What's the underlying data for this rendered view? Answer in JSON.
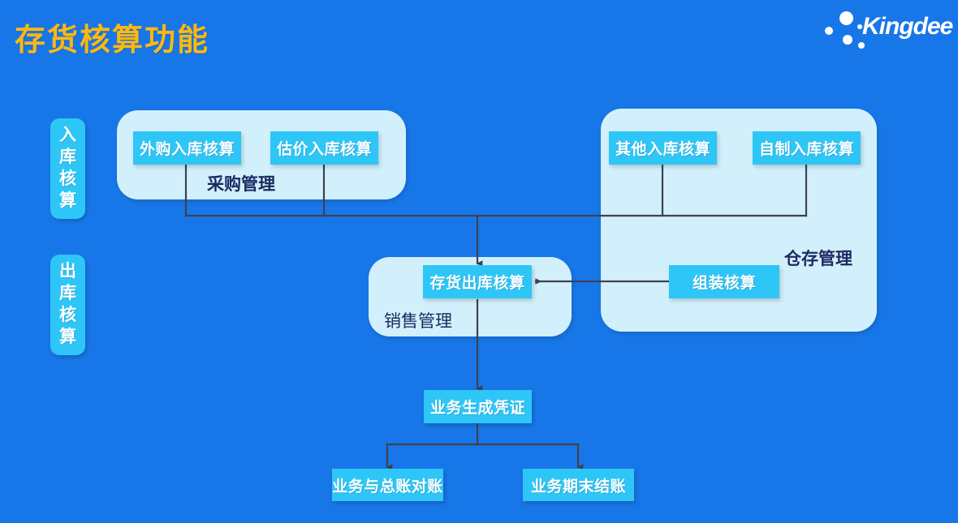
{
  "header": {
    "title": "存货核算功能",
    "title_color": "#fcb813",
    "logo_text": "Kingdee"
  },
  "theme": {
    "background": "#1877e8",
    "node_fill": "#2ec6f7",
    "group_fill": "#d2f0fb",
    "node_text": "#ffffff",
    "group_label_text": "#1d2a62",
    "connector": "#3d4250"
  },
  "sidebar": {
    "tabs": [
      {
        "name": "inbound-accounting",
        "chars": [
          "入",
          "库",
          "核",
          "算"
        ]
      },
      {
        "name": "outbound-accounting",
        "chars": [
          "出",
          "库",
          "核",
          "算"
        ]
      }
    ]
  },
  "groups": [
    {
      "name": "purchase-management",
      "label": "采购管理"
    },
    {
      "name": "warehouse-management",
      "label": "仓存管理"
    },
    {
      "name": "sales-management",
      "label": "销售管理"
    }
  ],
  "nodes": {
    "purchased_inbound": "外购入库核算",
    "estimated_inbound": "估价入库核算",
    "other_inbound": "其他入库核算",
    "self_made_inbound": "自制入库核算",
    "assembly_accounting": "组装核算",
    "inventory_outbound": "存货出库核算",
    "generate_voucher": "业务生成凭证",
    "gl_reconciliation": "业务与总账对账",
    "period_end_closing": "业务期末结账"
  }
}
